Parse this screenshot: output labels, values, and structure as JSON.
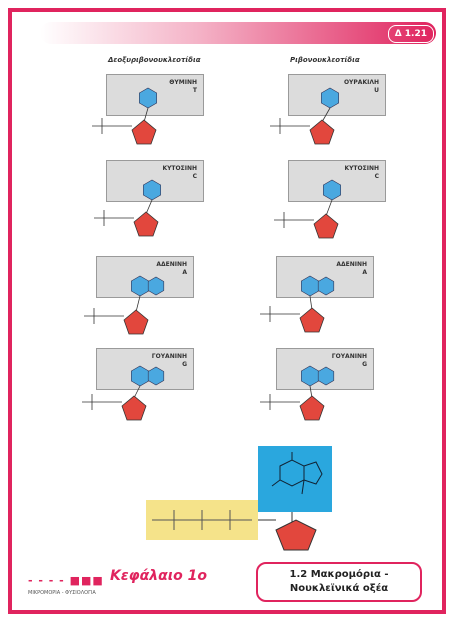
{
  "header": {
    "page_badge": "Δ 1.21"
  },
  "columns": {
    "left_title": "Δεοξυριβονουκλεοτίδια",
    "right_title": "Ριβονουκλεοτίδια"
  },
  "nucleotides": {
    "left": [
      {
        "label": "ΘΥΜΙΝΗ",
        "letter": "T"
      },
      {
        "label": "ΚΥΤΟΣΙΝΗ",
        "letter": "C"
      },
      {
        "label": "ΑΔΕΝΙΝΗ",
        "letter": "A"
      },
      {
        "label": "ΓΟΥΑΝΙΝΗ",
        "letter": "G"
      }
    ],
    "right": [
      {
        "label": "ΟΥΡΑΚΙΛΗ",
        "letter": "U"
      },
      {
        "label": "ΚΥΤΟΣΙΝΗ",
        "letter": "C"
      },
      {
        "label": "ΑΔΕΝΙΝΗ",
        "letter": "A"
      },
      {
        "label": "ΓΟΥΑΝΙΝΗ",
        "letter": "G"
      }
    ]
  },
  "footer": {
    "dashes": "- - - - ■■■",
    "chapter": "Κεφάλαιο 1ο",
    "small_text": "ΜΙΚΡΟΜΟΡΙΑ - ΦΥΣΙΟΛΟΓΙΑ",
    "box_line1": "1.2 Μακρομόρια -",
    "box_line2": "Νουκλεϊνικά οξέα"
  },
  "colors": {
    "accent": "#e0245e",
    "base_blue": "#4aa8e0",
    "sugar_red": "#e2473d",
    "panel_gray": "#dcdcdc"
  }
}
